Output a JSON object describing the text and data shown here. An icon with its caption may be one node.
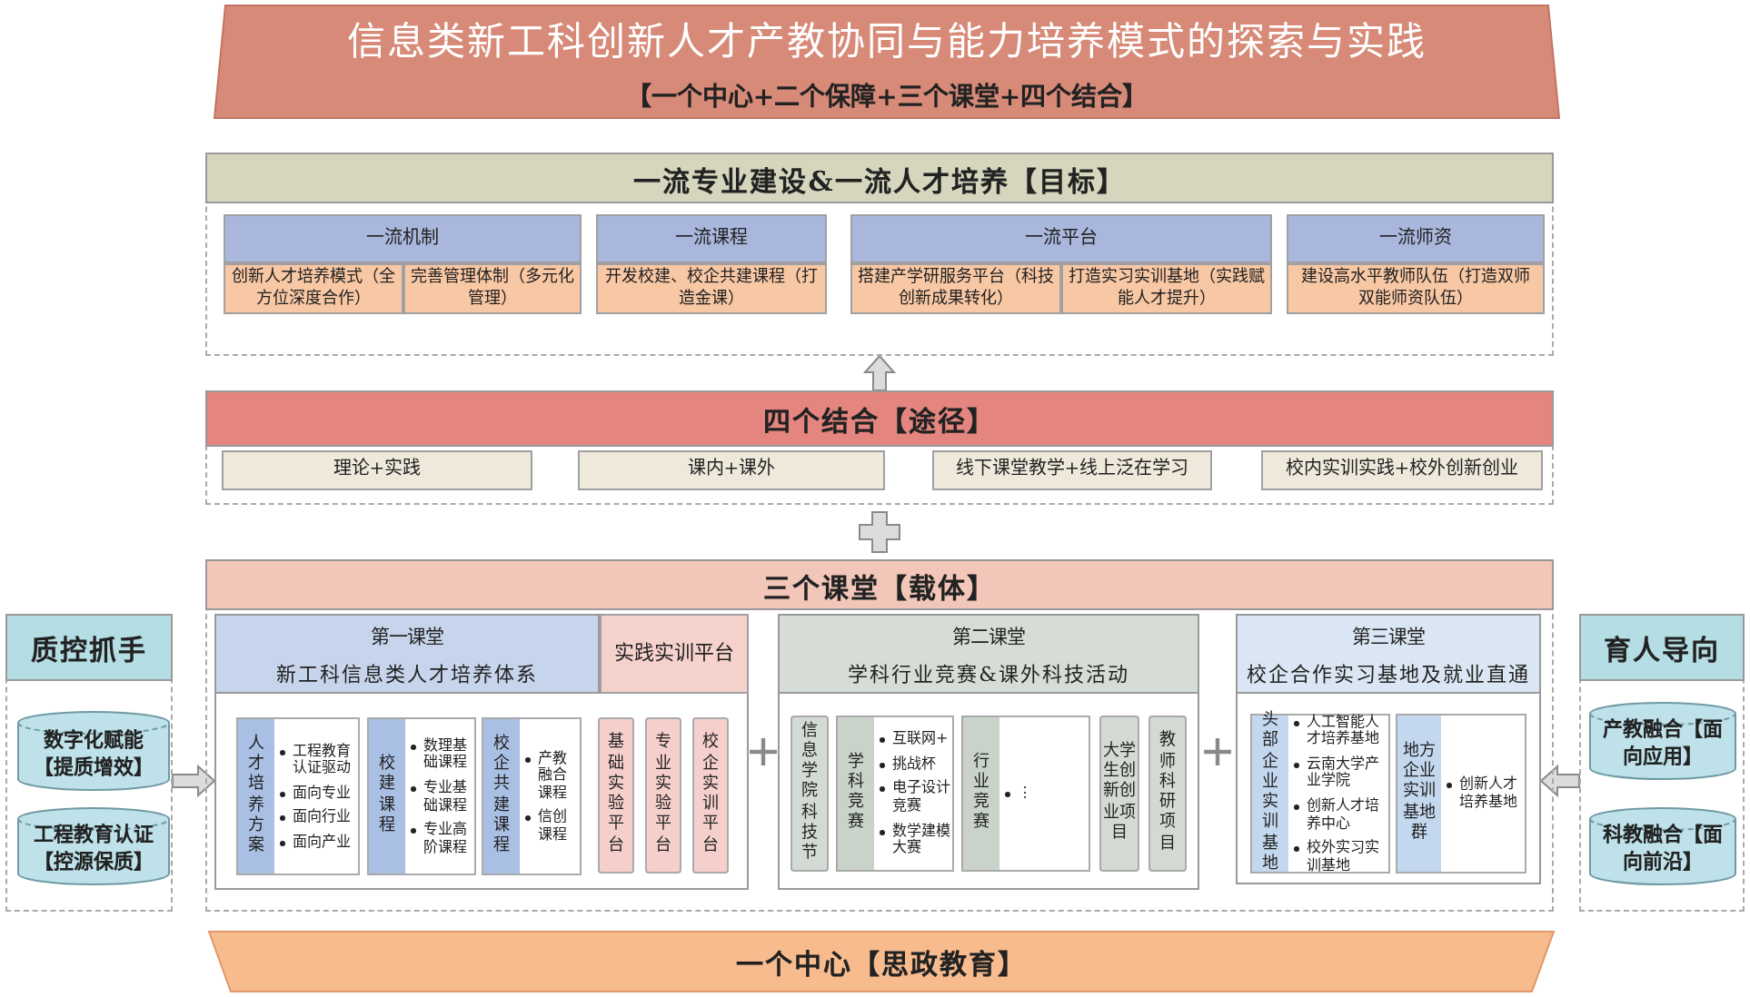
{
  "diagram": {
    "nodes": [
      {
        "text": [
          "信息类新工科创新人才产教协同与能力培养模式的探索与实践",
          "【一个中心+二个保障+三个课堂+四个结合】"
        ]
      },
      {
        "text": [
          "一流专业建设&一流人才培养【目标】"
        ]
      },
      {
        "text": [
          "一流机制"
        ],
        "in": 1
      },
      {
        "text": [
          "创新人才培养模式（全方位深度合作）"
        ],
        "in": 1
      },
      {
        "text": [
          "完善管理体制（多元化管理）"
        ],
        "in": 1
      },
      {
        "text": [
          "一流课程"
        ],
        "in": 1
      },
      {
        "text": [
          "开发校建、校企共建课程（打造金课）"
        ],
        "in": 1
      },
      {
        "text": [
          "一流平台"
        ],
        "in": 1
      },
      {
        "text": [
          "搭建产学研服务平台（科技创新成果转化）"
        ],
        "in": 1
      },
      {
        "text": [
          "打造实习实训基地（实践赋能人才提升）"
        ],
        "in": 1
      },
      {
        "text": [
          "一流师资"
        ],
        "in": 1
      },
      {
        "text": [
          "建设高水平教师队伍（打造双师双能师资队伍）"
        ],
        "in": 1
      },
      {
        "text": [
          "四个结合【途径】"
        ]
      },
      {
        "text": [
          "理论+实践"
        ],
        "in": 12
      },
      {
        "text": [
          "课内+课外"
        ],
        "in": 12
      },
      {
        "text": [
          "线下课堂教学+线上泛在学习"
        ],
        "in": 12
      },
      {
        "text": [
          "校内实训实践+校外创新创业"
        ],
        "in": 12
      },
      {
        "text": [
          "三个课堂【载体】"
        ]
      },
      {
        "text": [
          "第一课堂",
          "新工科信息类人才培养体系"
        ],
        "in": 17
      },
      {
        "text": [
          "实践实训平台"
        ],
        "in": 18
      },
      {
        "text": [
          "人才培养方案",
          "工程教育认证驱动",
          "面向专业",
          "面向行业",
          "面向产业"
        ],
        "in": 18
      },
      {
        "text": [
          "校建课程",
          "数理基础课程",
          "专业基础课程",
          "专业高阶课程"
        ],
        "in": 18
      },
      {
        "text": [
          "校企共建课程",
          "产教融合课程",
          "信创课程"
        ],
        "in": 18
      },
      {
        "text": [
          "基础实验平台"
        ],
        "in": 18
      },
      {
        "text": [
          "专业实验平台"
        ],
        "in": 18
      },
      {
        "text": [
          "校企实训平台"
        ],
        "in": 18
      },
      {
        "text": [
          "第二课堂",
          "学科行业竞赛&课外科技活动"
        ],
        "in": 17
      },
      {
        "text": [
          "信息学院科技节"
        ],
        "in": 26
      },
      {
        "text": [
          "学科竞赛",
          "互联网+",
          "挑战杯",
          "电子设计竞赛",
          "数学建模大赛"
        ],
        "in": 26
      },
      {
        "text": [
          "行业竞赛",
          "⋮"
        ],
        "in": 26
      },
      {
        "text": [
          "大学生创新创业项目"
        ],
        "in": 26
      },
      {
        "text": [
          "教师科研项目"
        ],
        "in": 26
      },
      {
        "text": [
          "第三课堂",
          "校企合作实习基地及就业直通"
        ],
        "in": 17
      },
      {
        "text": [
          "头部企业实训基地",
          "人工智能人才培养基地",
          "云南大学产业学院",
          "创新人才培养中心",
          "校外实习实训基地"
        ],
        "in": 32
      },
      {
        "text": [
          "地方企业实训基地群",
          "创新人才培养基地"
        ],
        "in": 32
      },
      {
        "text": [
          "一个中心【思政教育】"
        ]
      },
      {
        "text": [
          "质控抓手"
        ]
      },
      {
        "text": [
          "数字化赋能【提质增效】"
        ],
        "in": 36
      },
      {
        "text": [
          "工程教育认证【控源保质】"
        ],
        "in": 36
      },
      {
        "text": [
          "育人导向"
        ]
      },
      {
        "text": [
          "产教融合【面向应用】"
        ],
        "in": 39
      },
      {
        "text": [
          "科教融合【面向前沿】"
        ],
        "in": 39
      }
    ],
    "edges": [
      {
        "from": 12,
        "to": 1,
        "arrow": "to"
      },
      {
        "from": 36,
        "to": 18,
        "arrow": "to"
      },
      {
        "from": 39,
        "to": 32,
        "arrow": "to"
      }
    ]
  }
}
